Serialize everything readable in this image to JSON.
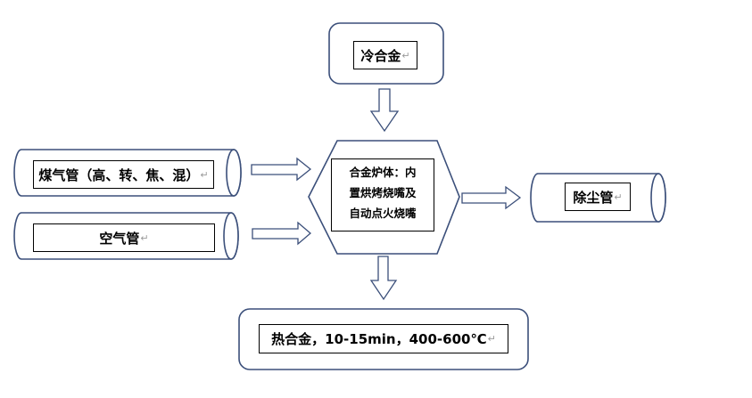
{
  "nodes": {
    "cold_alloy": "冷合金",
    "gas_pipe": "煤气管（高、转、焦、混）",
    "air_pipe": "空气管",
    "furnace": [
      "合金炉体：内",
      "置烘烤烧嘴及",
      "自动点火烧嘴"
    ],
    "dust_pipe": "除尘管",
    "hot_alloy": "热合金，10-15min，400-600℃"
  },
  "return_mark": "↵"
}
